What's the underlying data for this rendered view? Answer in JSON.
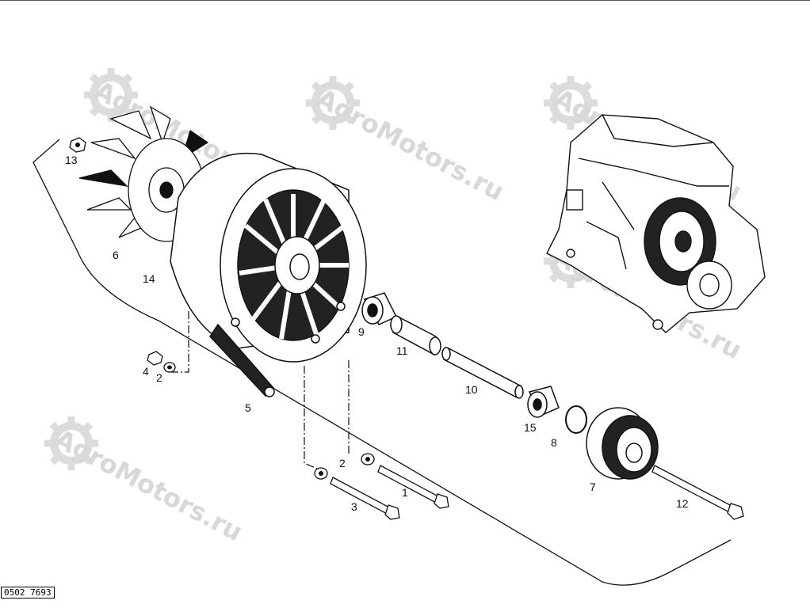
{
  "watermark": "AgroMotors.ru",
  "document_code": "0502 7693",
  "part_labels": {
    "bolt_1": "1",
    "washer_2a": "2",
    "washer_2b": "2",
    "bolt_3": "3",
    "nut_4": "4",
    "bracket_5": "5",
    "fan_6": "6",
    "pulley_7": "7",
    "circlip_8": "8",
    "bearing_9": "9",
    "tube_10": "10",
    "spacer_11": "11",
    "bolt_12": "12",
    "nut_13": "13",
    "alternator_14": "14",
    "bearing_15": "15"
  },
  "colors": {
    "line": "#111111",
    "watermark": "#d8d8d8"
  }
}
